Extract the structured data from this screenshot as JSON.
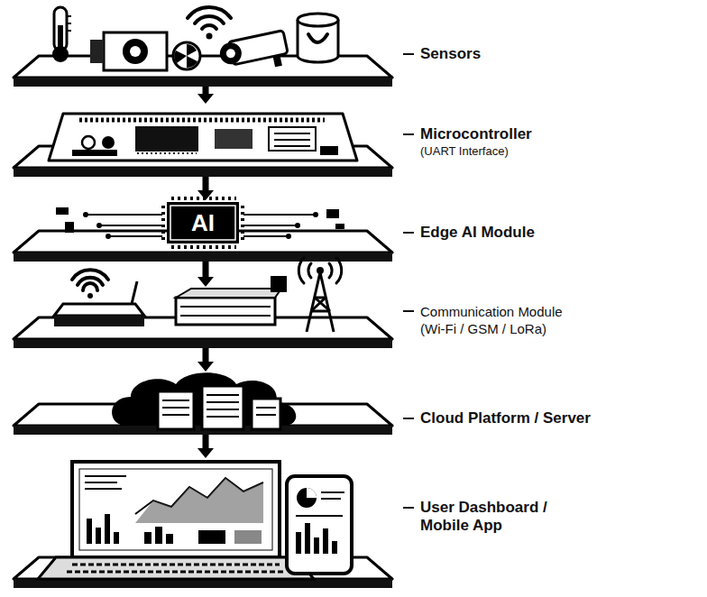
{
  "diagram": {
    "nodes": [
      {
        "text": [
          "Sensors"
        ]
      },
      {
        "text": [
          "Microcontroller",
          "(UART Interface)"
        ]
      },
      {
        "text": [
          "Edge AI Module"
        ]
      },
      {
        "text": [
          "Communication Module",
          "(Wi-Fi / GSM / LoRa)"
        ]
      },
      {
        "text": [
          "Cloud Platform / Server"
        ]
      },
      {
        "text": [
          "User Dashboard / Mobile App"
        ]
      }
    ],
    "edges": [
      {
        "from": 0,
        "to": 1,
        "arrow": "to"
      },
      {
        "from": 1,
        "to": 2,
        "arrow": "to"
      },
      {
        "from": 2,
        "to": 3,
        "arrow": "to"
      },
      {
        "from": 3,
        "to": 4,
        "arrow": "to"
      },
      {
        "from": 4,
        "to": 5,
        "arrow": "to"
      }
    ],
    "labels": [
      "AI"
    ]
  }
}
